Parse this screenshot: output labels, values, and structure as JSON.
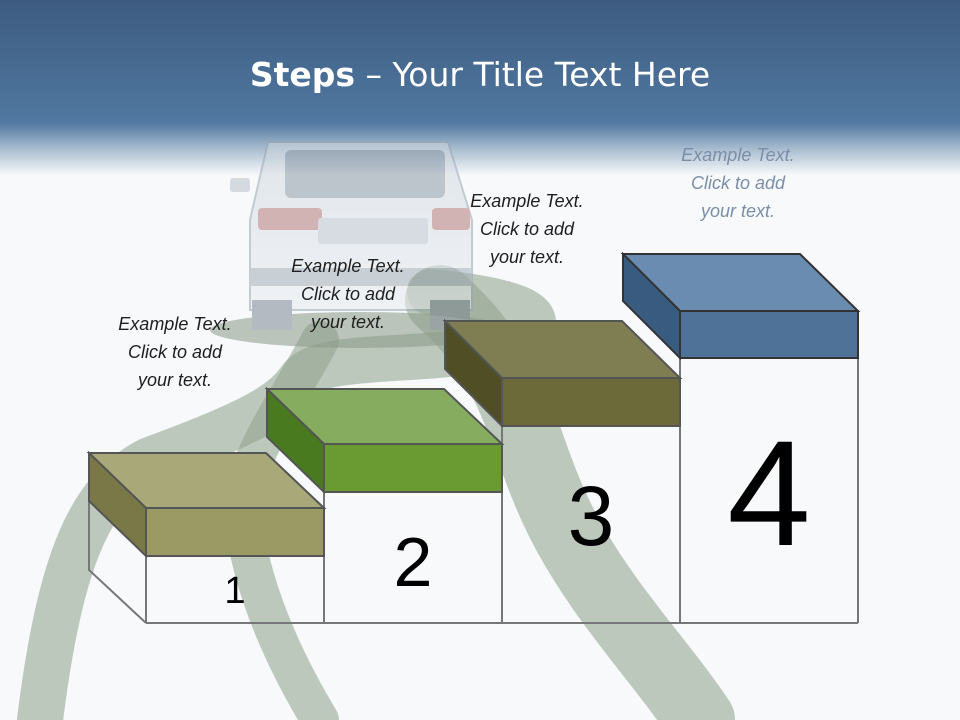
{
  "slide": {
    "title_bold": "Steps",
    "title_rest": " – Your Title Text Here"
  },
  "steps": [
    {
      "number": "1",
      "line1": "Example Text.",
      "line2": "Click  to add",
      "line3": "your text.",
      "color": "#9c9a64"
    },
    {
      "number": "2",
      "line1": "Example Text.",
      "line2": "Click  to add",
      "line3": "your text.",
      "color": "#6a9a32"
    },
    {
      "number": "3",
      "line1": "Example Text.",
      "line2": "Click  to add",
      "line3": "your text.",
      "color": "#6b6a38"
    },
    {
      "number": "4",
      "line1": "Example Text.",
      "line2": "Click  to add",
      "line3": "your text.",
      "color": "#4f7298"
    }
  ],
  "colors": {
    "header": "#47668c",
    "road": "#6f8a6e"
  }
}
